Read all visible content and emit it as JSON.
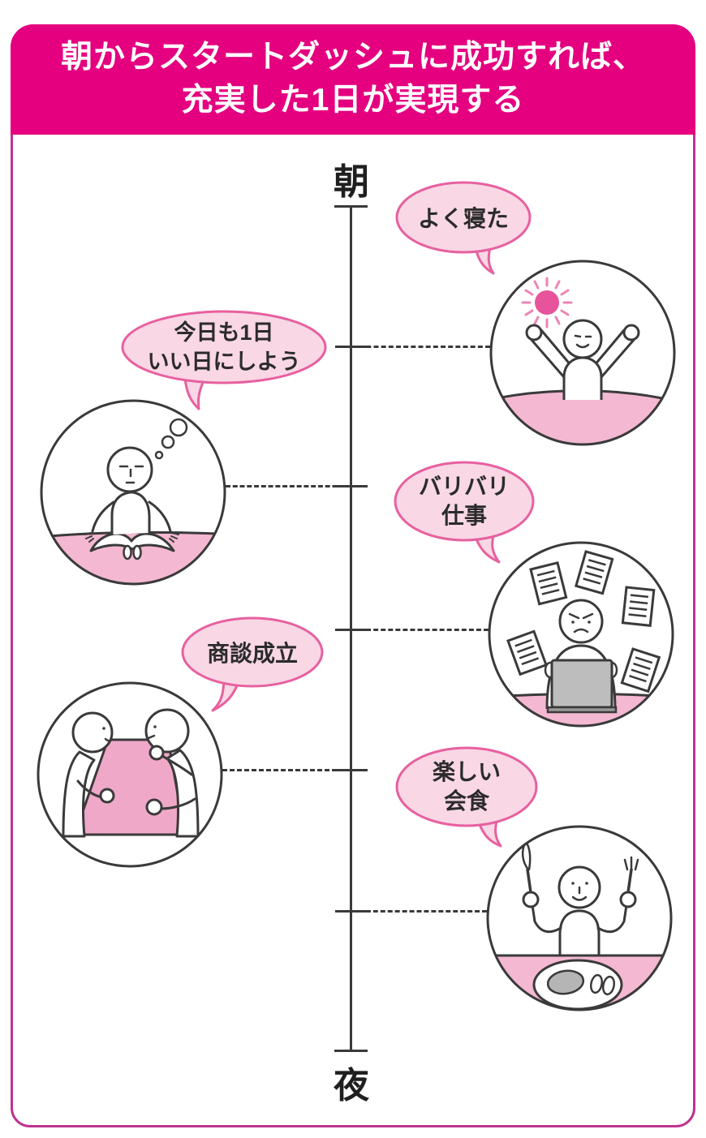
{
  "title": {
    "line1": "朝からスタートダッシュに成功すれば、",
    "line2": "充実した1日が実現する"
  },
  "timeline": {
    "top_label": "朝",
    "bottom_label": "夜"
  },
  "events": [
    {
      "bubble": {
        "line1": "よく寝た",
        "line2": ""
      },
      "illustration": "waking-up-person-with-sun-icon"
    },
    {
      "bubble": {
        "line1": "今日も1日",
        "line2": "いい日にしよう"
      },
      "illustration": "meditating-person-icon"
    },
    {
      "bubble": {
        "line1": "バリバリ",
        "line2": "仕事"
      },
      "illustration": "person-working-at-laptop-with-flying-papers-icon"
    },
    {
      "bubble": {
        "line1": "商談成立",
        "line2": ""
      },
      "illustration": "two-people-business-meeting-at-table-icon"
    },
    {
      "bubble": {
        "line1": "楽しい",
        "line2": "会食"
      },
      "illustration": "person-dining-with-knife-and-fork-icon"
    }
  ],
  "colors": {
    "banner_magenta": "#E4007F",
    "frame_border": "#BE3390",
    "bubble_fill": "#F9D7E5",
    "bubble_border": "#E7609F",
    "illustration_pink": "#F4B8D2",
    "table_pink": "#F0A8C8",
    "line_dark": "#3A3A3A",
    "sun_pink": "#E7549B",
    "laptop_gray": "#BDBDBD"
  }
}
